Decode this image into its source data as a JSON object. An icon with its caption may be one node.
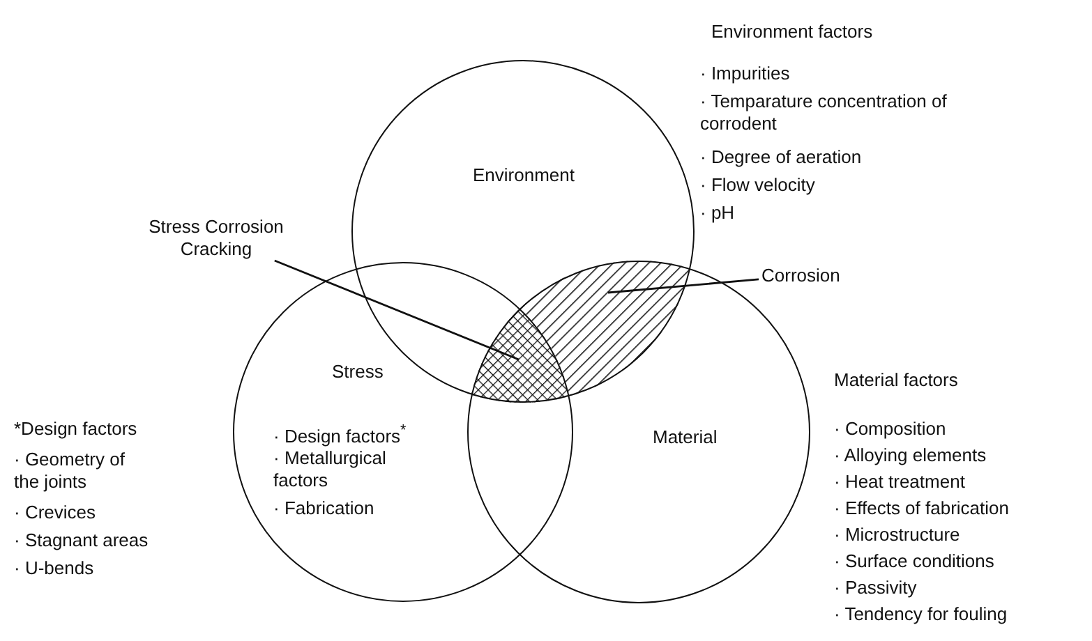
{
  "diagram": {
    "nodes": [
      {
        "text": [
          "Environment"
        ]
      },
      {
        "text": [
          "Stress",
          "· Design factors$^{*}$",
          "· Metallurgical factors",
          "· Fabrication"
        ]
      },
      {
        "text": [
          "Material"
        ]
      },
      {
        "text": [
          "Stress Corrosion Cracking"
        ]
      },
      {
        "text": [
          "Corrosion"
        ]
      },
      {
        "text": [],
        "shape": "lens"
      },
      {
        "text": [],
        "shape": "triangle"
      }
    ],
    "edges": [
      {
        "from": 3,
        "to": 6,
        "arrow": "none"
      },
      {
        "from": 4,
        "to": 5,
        "arrow": "none"
      }
    ],
    "labels": [
      "Environment factors",
      "· Impurities",
      "· Temparature concentration of corrodent",
      "· Degree of aeration",
      "· Flow velocity",
      "· pH",
      "*Design factors",
      "· Geometry of the joints",
      "· Crevices",
      "· Stagnant areas",
      "· U-bends",
      "Material factors",
      "· Composition",
      "· Alloying elements",
      "· Heat treatment",
      "· Effects of fabrication",
      "· Microstructure",
      "· Surface conditions",
      "· Passivity",
      "· Tendency for fouling"
    ]
  }
}
